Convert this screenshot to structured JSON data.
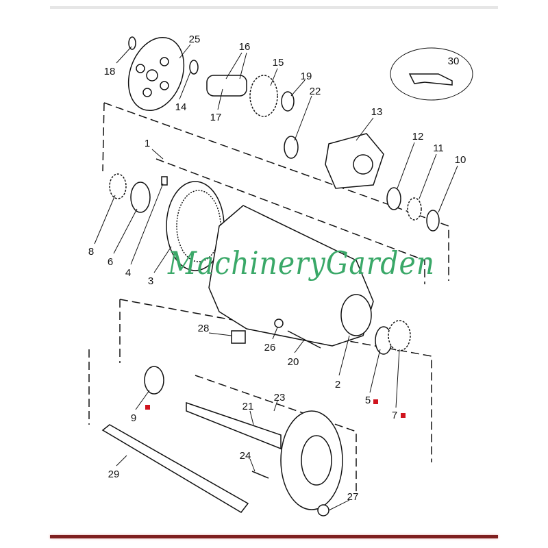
{
  "watermark": "MachineryGarden",
  "colors": {
    "accent_bar": "#7f2020",
    "marker": "#d0141e",
    "watermark": "#3aa868"
  },
  "labels": {
    "p1": "1",
    "p2": "2",
    "p3": "3",
    "p4": "4",
    "p5": "5",
    "p6": "6",
    "p7": "7",
    "p8": "8",
    "p9": "9",
    "p10": "10",
    "p11": "11",
    "p12": "12",
    "p13": "13",
    "p14": "14",
    "p15": "15",
    "p16": "16",
    "p17": "17",
    "p18": "18",
    "p19": "19",
    "p20": "20",
    "p21": "21",
    "p22": "22",
    "p23": "23",
    "p24": "24",
    "p25": "25",
    "p26": "26",
    "p27": "27",
    "p28": "28",
    "p29": "29",
    "p30": "30"
  }
}
